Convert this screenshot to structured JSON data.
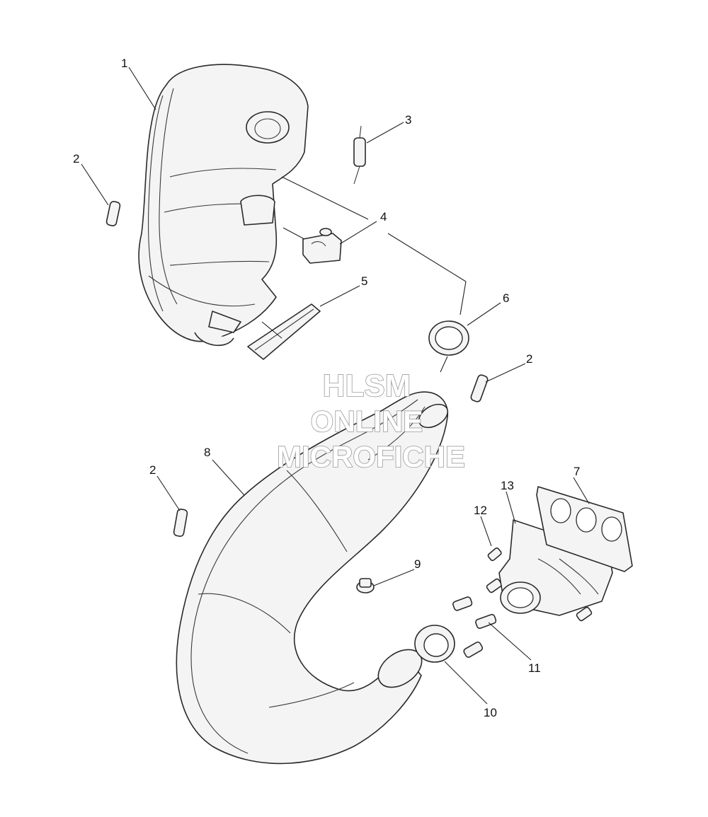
{
  "watermark": {
    "line1": "HLSM",
    "line2": "ONLINE",
    "line3": "MICROFICHE"
  },
  "callouts": {
    "c1": "1",
    "c2a": "2",
    "c2b": "2",
    "c2c": "2",
    "c3": "3",
    "c4": "4",
    "c5": "5",
    "c6": "6",
    "c7": "7",
    "c8": "8",
    "c9": "9",
    "c10": "10",
    "c11": "11",
    "c12": "12",
    "c13": "13"
  }
}
